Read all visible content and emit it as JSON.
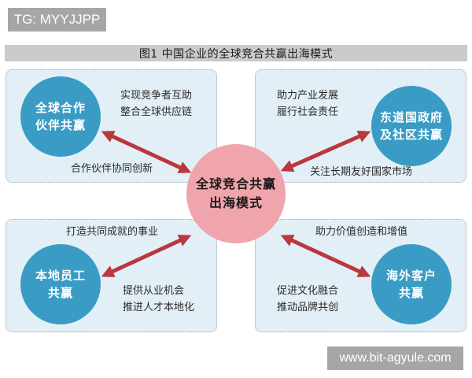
{
  "watermarks": {
    "top_left": "TG: MYYJJPP",
    "bottom_right": "www.bit-agyule.com"
  },
  "figure": {
    "title": "图1 中国企业的全球竞合共赢出海模式",
    "center": {
      "line1": "全球竞合共赢",
      "line2": "出海模式"
    },
    "quadrants": {
      "top_left": {
        "circle_line1": "全球合作",
        "circle_line2": "伙伴共赢",
        "note_line1": "实现竞争者互助",
        "note_line2": "整合全球供应链",
        "arrow_label": "合作伙伴协同创新"
      },
      "top_right": {
        "circle_line1": "东道国政府",
        "circle_line2": "及社区共赢",
        "note_line1": "助力产业发展",
        "note_line2": "履行社会责任",
        "arrow_label": "关注长期友好国家市场"
      },
      "bottom_left": {
        "circle_line1": "本地员工",
        "circle_line2": "共赢",
        "note_line1": "提供从业机会",
        "note_line2": "推进人才本地化",
        "arrow_label": "打造共同成就的事业"
      },
      "bottom_right": {
        "circle_line1": "海外客户",
        "circle_line2": "共赢",
        "note_line1": "促进文化融合",
        "note_line2": "推动品牌共创",
        "arrow_label": "助力价值创造和增值"
      }
    },
    "colors": {
      "circle_blue": "#3a9cc4",
      "center_pink": "#f0a4ab",
      "arrow_red": "#b8383d",
      "panel_bg": "#e3eff6",
      "title_bar": "#c9cbcc"
    }
  }
}
